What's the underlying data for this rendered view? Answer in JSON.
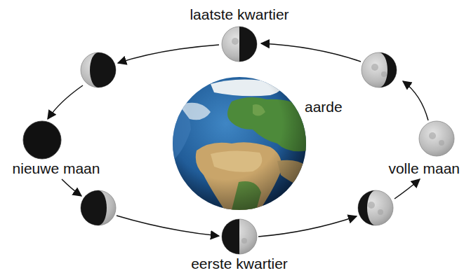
{
  "diagram": {
    "nodes": [
      {
        "text": [
          "laatste kwartier"
        ]
      },
      {
        "text": [
          "aarde"
        ]
      },
      {
        "text": [
          "nieuwe maan"
        ]
      },
      {
        "text": [
          "volle maan"
        ]
      },
      {
        "text": [
          "eerste kwartier"
        ]
      }
    ]
  }
}
